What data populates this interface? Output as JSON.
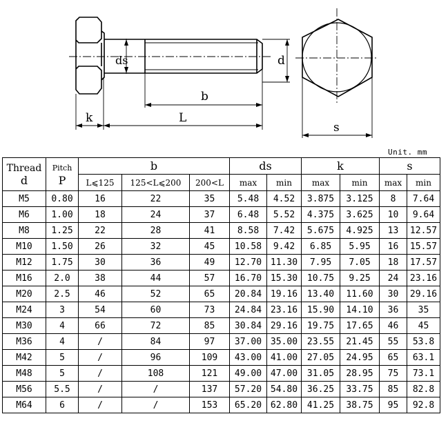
{
  "drawing": {
    "labels": {
      "ds": "ds",
      "d": "d",
      "b": "b",
      "k": "k",
      "L": "L",
      "s": "s"
    }
  },
  "unit_note": "Unit. mm",
  "table": {
    "headers": {
      "thread": "Thread",
      "thread_sub": "d",
      "pitch": "Pitch",
      "pitch_sub": "P",
      "b": "b",
      "b_cols": [
        "L⩽125",
        "125<L⩽200",
        "200<L"
      ],
      "ds": "ds",
      "k": "k",
      "s": "s",
      "max": "max",
      "min": "min"
    },
    "rows": [
      [
        "M5",
        "0.80",
        "16",
        "22",
        "35",
        "5.48",
        "4.52",
        "3.875",
        "3.125",
        "8",
        "7.64"
      ],
      [
        "M6",
        "1.00",
        "18",
        "24",
        "37",
        "6.48",
        "5.52",
        "4.375",
        "3.625",
        "10",
        "9.64"
      ],
      [
        "M8",
        "1.25",
        "22",
        "28",
        "41",
        "8.58",
        "7.42",
        "5.675",
        "4.925",
        "13",
        "12.57"
      ],
      [
        "M10",
        "1.50",
        "26",
        "32",
        "45",
        "10.58",
        "9.42",
        "6.85",
        "5.95",
        "16",
        "15.57"
      ],
      [
        "M12",
        "1.75",
        "30",
        "36",
        "49",
        "12.70",
        "11.30",
        "7.95",
        "7.05",
        "18",
        "17.57"
      ],
      [
        "M16",
        "2.0",
        "38",
        "44",
        "57",
        "16.70",
        "15.30",
        "10.75",
        "9.25",
        "24",
        "23.16"
      ],
      [
        "M20",
        "2.5",
        "46",
        "52",
        "65",
        "20.84",
        "19.16",
        "13.40",
        "11.60",
        "30",
        "29.16"
      ],
      [
        "M24",
        "3",
        "54",
        "60",
        "73",
        "24.84",
        "23.16",
        "15.90",
        "14.10",
        "36",
        "35"
      ],
      [
        "M30",
        "4",
        "66",
        "72",
        "85",
        "30.84",
        "29.16",
        "19.75",
        "17.65",
        "46",
        "45"
      ],
      [
        "M36",
        "4",
        "/",
        "84",
        "97",
        "37.00",
        "35.00",
        "23.55",
        "21.45",
        "55",
        "53.8"
      ],
      [
        "M42",
        "5",
        "/",
        "96",
        "109",
        "43.00",
        "41.00",
        "27.05",
        "24.95",
        "65",
        "63.1"
      ],
      [
        "M48",
        "5",
        "/",
        "108",
        "121",
        "49.00",
        "47.00",
        "31.05",
        "28.95",
        "75",
        "73.1"
      ],
      [
        "M56",
        "5.5",
        "/",
        "/",
        "137",
        "57.20",
        "54.80",
        "36.25",
        "33.75",
        "85",
        "82.8"
      ],
      [
        "M64",
        "6",
        "/",
        "/",
        "153",
        "65.20",
        "62.80",
        "41.25",
        "38.75",
        "95",
        "92.8"
      ]
    ]
  }
}
